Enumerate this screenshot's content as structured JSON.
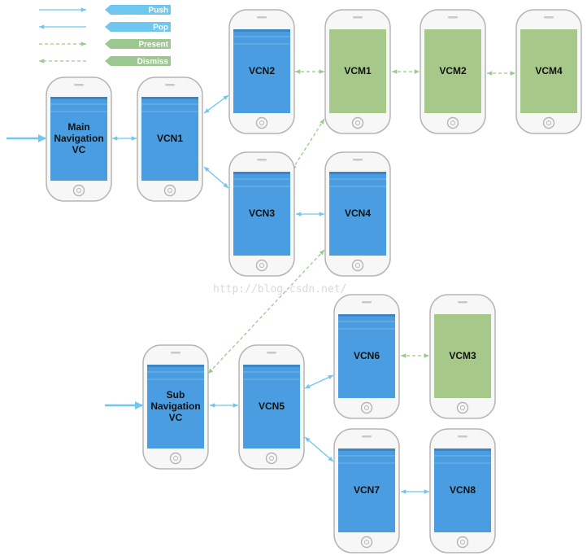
{
  "legend": [
    {
      "id": "push",
      "label": "Push",
      "style": "solid",
      "color": "#6fc6ee"
    },
    {
      "id": "pop",
      "label": "Pop",
      "style": "solid",
      "color": "#6fc6ee"
    },
    {
      "id": "present",
      "label": "Present",
      "style": "dashed",
      "color": "#9bc88e"
    },
    {
      "id": "dismiss",
      "label": "Dismiss",
      "style": "dashed",
      "color": "#9bc88e"
    }
  ],
  "phones": [
    {
      "id": "main-nav",
      "label": [
        "Main",
        "Navigation",
        "VC"
      ],
      "kind": "navigation"
    },
    {
      "id": "vcn1",
      "label": [
        "VCN1"
      ],
      "kind": "navigation"
    },
    {
      "id": "vcn2",
      "label": [
        "VCN2"
      ],
      "kind": "navigation"
    },
    {
      "id": "vcm1",
      "label": [
        "VCM1"
      ],
      "kind": "modal"
    },
    {
      "id": "vcm2",
      "label": [
        "VCM2"
      ],
      "kind": "modal"
    },
    {
      "id": "vcm4",
      "label": [
        "VCM4"
      ],
      "kind": "modal"
    },
    {
      "id": "vcn3",
      "label": [
        "VCN3"
      ],
      "kind": "navigation"
    },
    {
      "id": "vcn4",
      "label": [
        "VCN4"
      ],
      "kind": "navigation"
    },
    {
      "id": "sub-nav",
      "label": [
        "Sub",
        "Navigation",
        "VC"
      ],
      "kind": "navigation"
    },
    {
      "id": "vcn5",
      "label": [
        "VCN5"
      ],
      "kind": "navigation"
    },
    {
      "id": "vcn6",
      "label": [
        "VCN6"
      ],
      "kind": "navigation"
    },
    {
      "id": "vcm3",
      "label": [
        "VCM3"
      ],
      "kind": "modal"
    },
    {
      "id": "vcn7",
      "label": [
        "VCN7"
      ],
      "kind": "navigation"
    },
    {
      "id": "vcn8",
      "label": [
        "VCN8"
      ],
      "kind": "navigation"
    }
  ],
  "connections": [
    {
      "from": "entry-main",
      "to": "main-nav",
      "type": "entry"
    },
    {
      "from": "main-nav",
      "to": "vcn1",
      "type": "push"
    },
    {
      "from": "vcn1",
      "to": "vcn2",
      "type": "push"
    },
    {
      "from": "vcn1",
      "to": "vcn3",
      "type": "push"
    },
    {
      "from": "vcn2",
      "to": "vcm1",
      "type": "present"
    },
    {
      "from": "vcm1",
      "to": "vcm2",
      "type": "present"
    },
    {
      "from": "vcm2",
      "to": "vcm4",
      "type": "present"
    },
    {
      "from": "vcm1",
      "to": "vcn3",
      "type": "present"
    },
    {
      "from": "vcn3",
      "to": "vcn4",
      "type": "push"
    },
    {
      "from": "vcn4",
      "to": "sub-nav",
      "type": "present"
    },
    {
      "from": "entry-sub",
      "to": "sub-nav",
      "type": "entry"
    },
    {
      "from": "sub-nav",
      "to": "vcn5",
      "type": "push"
    },
    {
      "from": "vcn5",
      "to": "vcn6",
      "type": "push"
    },
    {
      "from": "vcn5",
      "to": "vcn7",
      "type": "push"
    },
    {
      "from": "vcn6",
      "to": "vcm3",
      "type": "present"
    },
    {
      "from": "vcn7",
      "to": "vcn8",
      "type": "push"
    }
  ],
  "watermark": "http://blog.csdn.net/",
  "colors": {
    "navigation": "#4a9de0",
    "modal": "#a6c98a",
    "push_arrow": "#6fc6ee",
    "present_arrow": "#9bc88e",
    "phone_frame": "#f7f7f7",
    "phone_border": "#b5b5b5"
  }
}
